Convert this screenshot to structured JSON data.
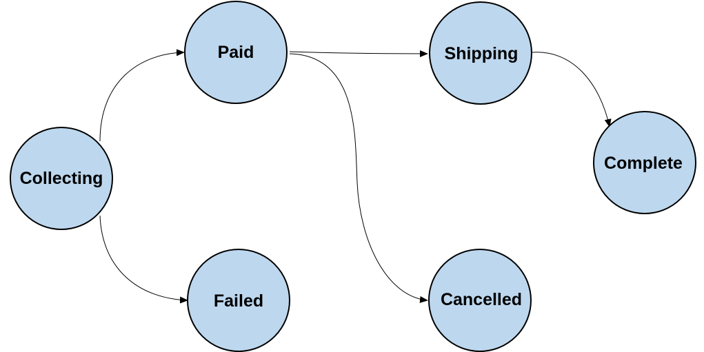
{
  "diagram": {
    "type": "state-machine",
    "colors": {
      "node_fill": "#bdd7ee",
      "node_stroke": "#000000",
      "edge": "#000000"
    },
    "nodes": {
      "collecting": {
        "label": "Collecting"
      },
      "paid": {
        "label": "Paid"
      },
      "failed": {
        "label": "Failed"
      },
      "shipping": {
        "label": "Shipping"
      },
      "cancelled": {
        "label": "Cancelled"
      },
      "complete": {
        "label": "Complete"
      }
    },
    "edges": [
      {
        "from": "Collecting",
        "to": "Paid"
      },
      {
        "from": "Collecting",
        "to": "Failed"
      },
      {
        "from": "Paid",
        "to": "Shipping"
      },
      {
        "from": "Paid",
        "to": "Cancelled"
      },
      {
        "from": "Shipping",
        "to": "Complete"
      }
    ]
  }
}
